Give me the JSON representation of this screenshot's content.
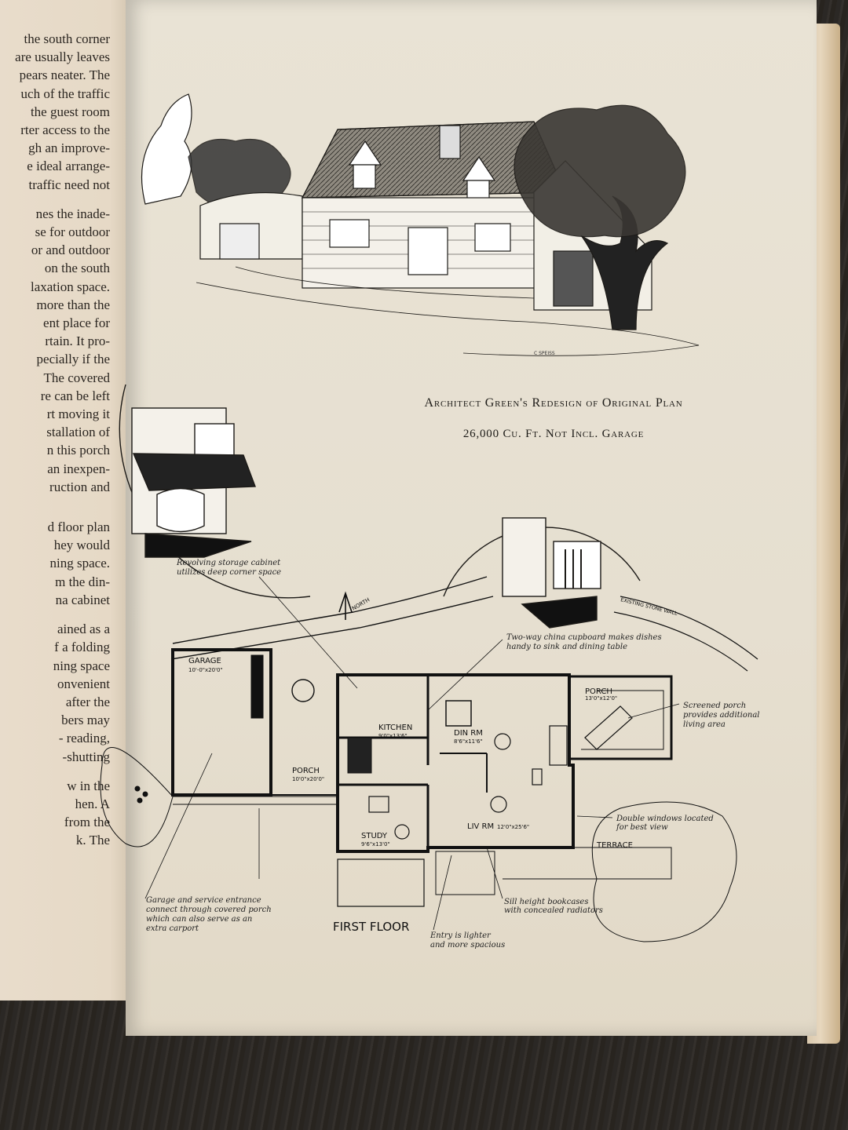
{
  "left_page": {
    "lines": [
      "the south corner",
      "are usually leaves",
      "pears neater. The",
      "uch of the traffic",
      "the guest room",
      "rter access to the",
      "gh an improve-",
      "e ideal arrange-",
      "traffic need not",
      "",
      "nes the inade-",
      "se for outdoor",
      "or and outdoor",
      "on the south",
      "laxation space.",
      "more than the",
      "ent place for",
      "rtain. It pro-",
      "pecially if the",
      "The covered",
      "re can be left",
      "rt moving it",
      "stallation of",
      "n this porch",
      "an inexpen-",
      "ruction and",
      "",
      "",
      "d floor plan",
      "hey would",
      "ning space.",
      "m the din-",
      "na cabinet",
      "",
      "ained as a",
      "f a folding",
      "ning space",
      "onvenient",
      "after the",
      "bers may",
      "- reading,",
      "-shutting",
      "",
      "w in the",
      "hen. A",
      "from the",
      "k. The"
    ]
  },
  "captions": {
    "title": "Architect Green's Redesign of Original Plan",
    "subtitle": "26,000 Cu. Ft. Not Incl. Garage"
  },
  "plan": {
    "label": "FIRST FLOOR",
    "north": "NORTH",
    "wall_label": "EXISTING STONE WALL",
    "artist_signature": "C SPEISS",
    "rooms": {
      "garage": {
        "name": "GARAGE",
        "size": "10'-0\"x20'0\""
      },
      "kitchen": {
        "name": "KITCHEN",
        "size": "9'0\"x13'6\""
      },
      "din_rm": {
        "name": "DIN RM",
        "size": "8'6\"x11'6\""
      },
      "porch_east": {
        "name": "PORCH",
        "size": "13'0\"x12'0\""
      },
      "porch_west": {
        "name": "PORCH",
        "size": "10'0\"x20'0\""
      },
      "study": {
        "name": "STUDY",
        "size": "9'6\"x13'0\""
      },
      "liv_rm": {
        "name": "LIV RM",
        "size": "12'0\"x25'6\""
      },
      "terrace": {
        "name": "TERRACE"
      }
    },
    "notes": {
      "storage": [
        "Revolving storage cabinet",
        "utilizes deep corner space"
      ],
      "china": [
        "Two-way china cupboard makes dishes",
        "handy to sink and dining table"
      ],
      "screened": [
        "Screened porch",
        "provides additional",
        "living area"
      ],
      "window": [
        "Double windows located",
        "for best view"
      ],
      "garage_entry": [
        "Garage and service entrance",
        "connect through covered porch",
        "which can also serve as an",
        "extra carport"
      ],
      "bookcases": [
        "Sill height bookcases",
        "with concealed radiators"
      ],
      "entry": [
        "Entry is lighter",
        "and more spacious"
      ]
    }
  }
}
